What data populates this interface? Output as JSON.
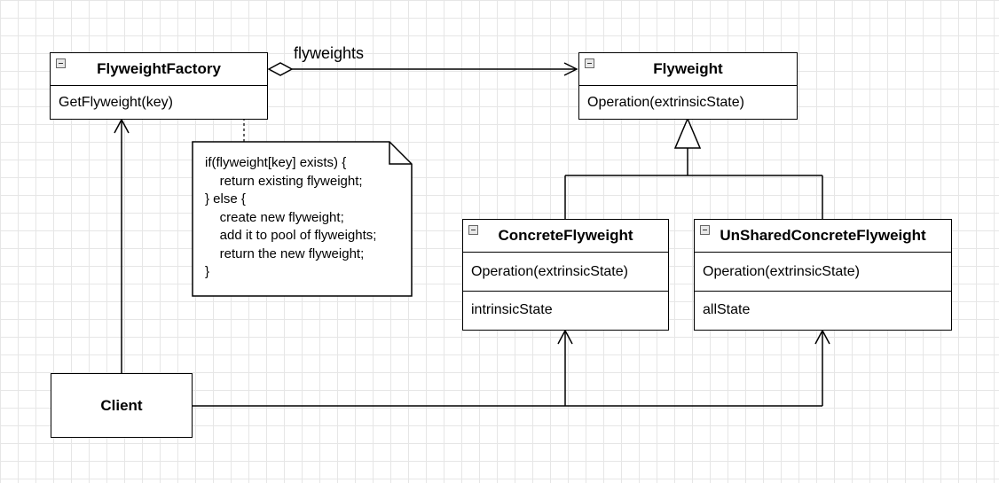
{
  "classes": {
    "flyweight_factory": {
      "name": "FlyweightFactory",
      "operation": "GetFlyweight(key)"
    },
    "flyweight": {
      "name": "Flyweight",
      "operation": "Operation(extrinsicState)"
    },
    "concrete_flyweight": {
      "name": "ConcreteFlyweight",
      "operation": "Operation(extrinsicState)",
      "attribute": "intrinsicState"
    },
    "unshared_concrete_flyweight": {
      "name": "UnSharedConcreteFlyweight",
      "operation": "Operation(extrinsicState)",
      "attribute": "allState"
    },
    "client": {
      "name": "Client"
    }
  },
  "association_label": "flyweights",
  "note": {
    "text": "if(flyweight[key] exists) {\n    return existing flyweight;\n} else {\n    create new flyweight;\n    add it to pool of flyweights;\n    return the new flyweight;\n}"
  }
}
